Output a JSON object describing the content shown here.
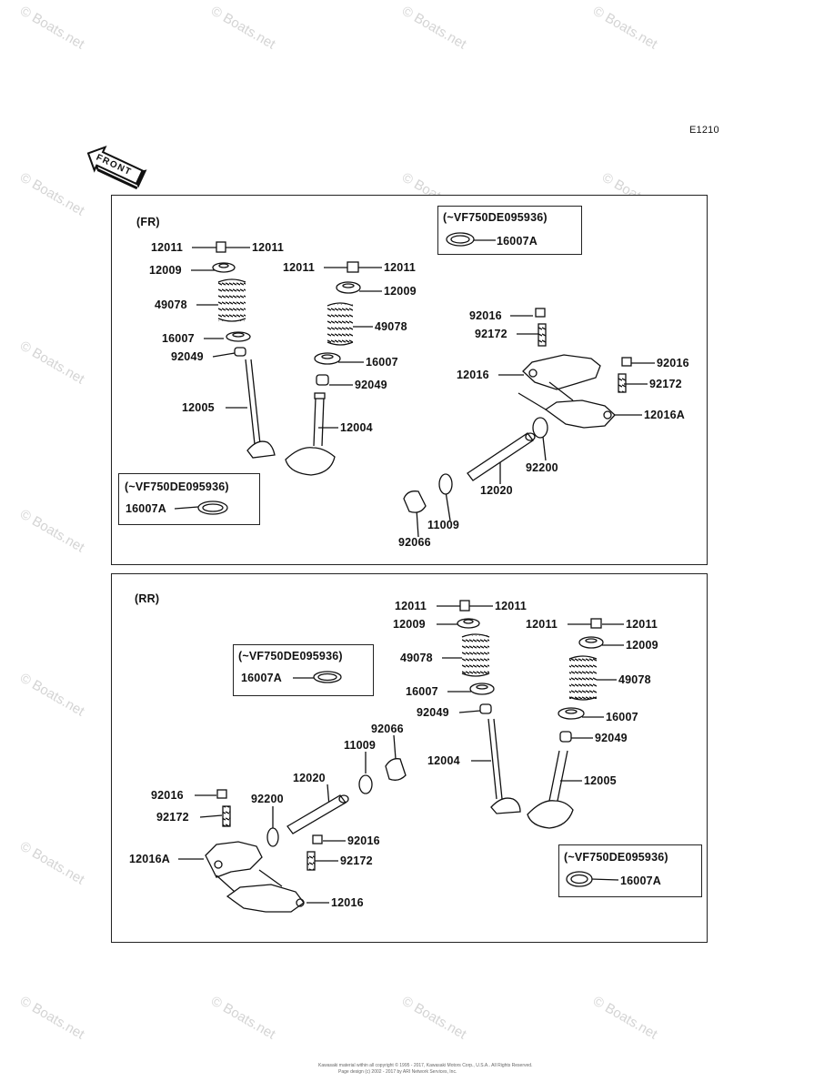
{
  "diagram_code": "E1210",
  "front_arrow_label": "FRONT",
  "watermark": "© Boats.net",
  "footer": {
    "line1": "Kawasaki material within all copyright © 1995 - 2017, Kawasaki Motors Corp., U.S.A.. All Rights Reserved.",
    "line2": "Page design (c) 2002 - 2017 by ARI Network Services, Inc."
  },
  "panels": [
    {
      "title": "(FR)",
      "callouts": [
        {
          "title": "(~VF750DE095936)",
          "part": "16007A"
        },
        {
          "title": "(~VF750DE095936)",
          "part": "16007A"
        }
      ],
      "labels": [
        "12011",
        "12011",
        "12009",
        "49078",
        "16007",
        "92049",
        "12005",
        "12011",
        "12011",
        "12009",
        "49078",
        "16007",
        "92049",
        "12004",
        "92016",
        "92172",
        "12016",
        "92016",
        "92172",
        "12016A",
        "92200",
        "12020",
        "11009",
        "92066"
      ]
    },
    {
      "title": "(RR)",
      "callouts": [
        {
          "title": "(~VF750DE095936)",
          "part": "16007A"
        },
        {
          "title": "(~VF750DE095936)",
          "part": "16007A"
        }
      ],
      "labels": [
        "12011",
        "12011",
        "12009",
        "49078",
        "16007",
        "92049",
        "12004",
        "12011",
        "12011",
        "12009",
        "49078",
        "16007",
        "92049",
        "12005",
        "92066",
        "11009",
        "12020",
        "92200",
        "92016",
        "92172",
        "12016A",
        "92016",
        "92172",
        "12016"
      ]
    }
  ]
}
